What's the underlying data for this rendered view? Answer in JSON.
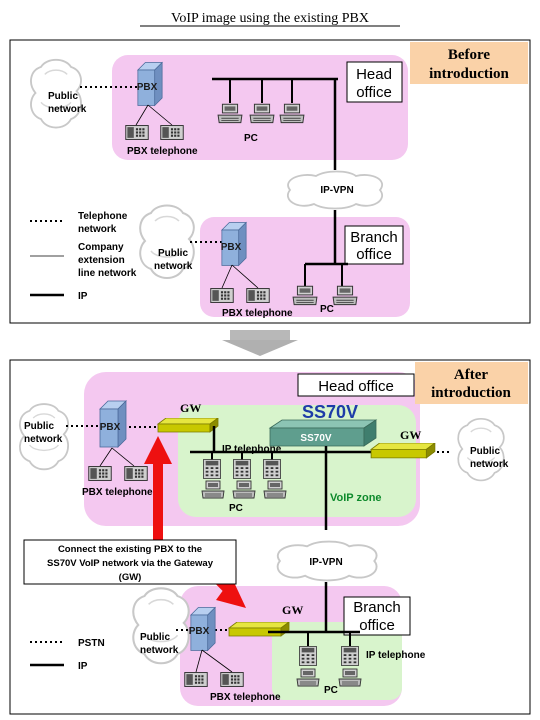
{
  "title": "VoIP image using the existing PBX",
  "before": {
    "badge_line1": "Before",
    "badge_line2": "introduction",
    "head_office": "Head office",
    "head_office_l1": "Head",
    "head_office_l2": "office",
    "branch_office_l1": "Branch",
    "branch_office_l2": "office",
    "public_network_l1": "Public",
    "public_network_l2": "network",
    "pbx": "PBX",
    "pbx_telephone": "PBX telephone",
    "pc": "PC",
    "ipvpn": "IP-VPN",
    "legend": {
      "telephone_l1": "Telephone",
      "telephone_l2": "network",
      "company_l1": "Company",
      "company_l2": "extension",
      "company_l3": "line network",
      "ip": "IP"
    }
  },
  "after": {
    "badge_line1": "After",
    "badge_line2": "introduction",
    "head_office": "Head office",
    "branch_office_l1": "Branch",
    "branch_office_l2": "office",
    "public_network_l1": "Public",
    "public_network_l2": "network",
    "pbx": "PBX",
    "pbx_telephone": "PBX telephone",
    "gw": "GW",
    "ss70v_big": "SS70V",
    "ss70v_small": "SS70V",
    "ip_telephone": "IP telephone",
    "pc": "PC",
    "voip_zone": "VoIP zone",
    "ipvpn": "IP-VPN",
    "callout_l1": "Connect the existing PBX to the",
    "callout_l2": "SS70V VoIP network via the Gateway",
    "callout_l3": "(GW)",
    "legend": {
      "pstn": "PSTN",
      "ip": "IP"
    }
  },
  "colors": {
    "office_pink": "#f4c8f0",
    "voip_green": "#d8f4cc",
    "badge_orange": "#fad2a8",
    "pbx_blue": "#8fb0dc",
    "gw_olive": "#c8c800",
    "ss70v_teal": "#5f9e8e",
    "ss70v_text": "#1e3ca8",
    "voip_text": "#0e8a2c",
    "arrow_red": "#ee1010"
  }
}
